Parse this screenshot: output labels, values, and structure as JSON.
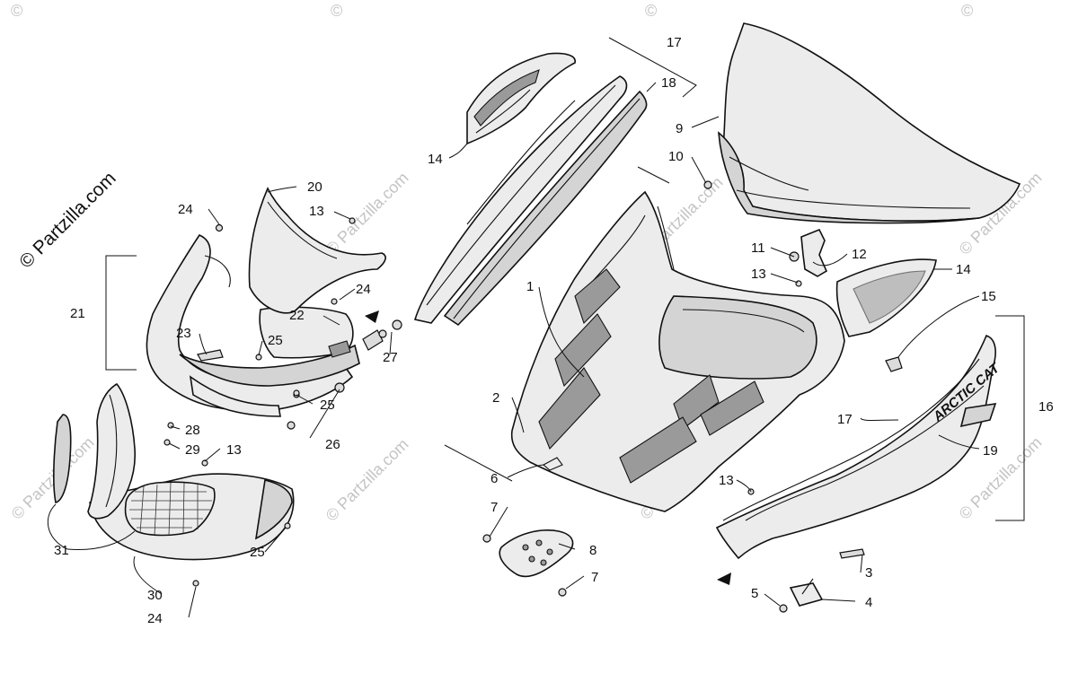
{
  "watermark": {
    "main": "© Partzilla.com",
    "repeat": "© Partzilla.com",
    "corner": "©"
  },
  "brand_decal": "ARCTIC CAT",
  "callouts": {
    "c1": "1",
    "c2": "2",
    "c3": "3",
    "c4": "4",
    "c5": "5",
    "c6": "6",
    "c7a": "7",
    "c7b": "7",
    "c8": "8",
    "c9": "9",
    "c10": "10",
    "c11": "11",
    "c12": "12",
    "c13a": "13",
    "c13b": "13",
    "c13c": "13",
    "c13d": "13",
    "c14a": "14",
    "c14b": "14",
    "c15": "15",
    "c16": "16",
    "c17a": "17",
    "c17b": "17",
    "c18": "18",
    "c19": "19",
    "c20": "20",
    "c21": "21",
    "c22": "22",
    "c23": "23",
    "c24a": "24",
    "c24b": "24",
    "c24c": "24",
    "c25a": "25",
    "c25b": "25",
    "c25c": "25",
    "c26": "26",
    "c27": "27",
    "c28": "28",
    "c29": "29",
    "c30": "30",
    "c31": "31"
  }
}
